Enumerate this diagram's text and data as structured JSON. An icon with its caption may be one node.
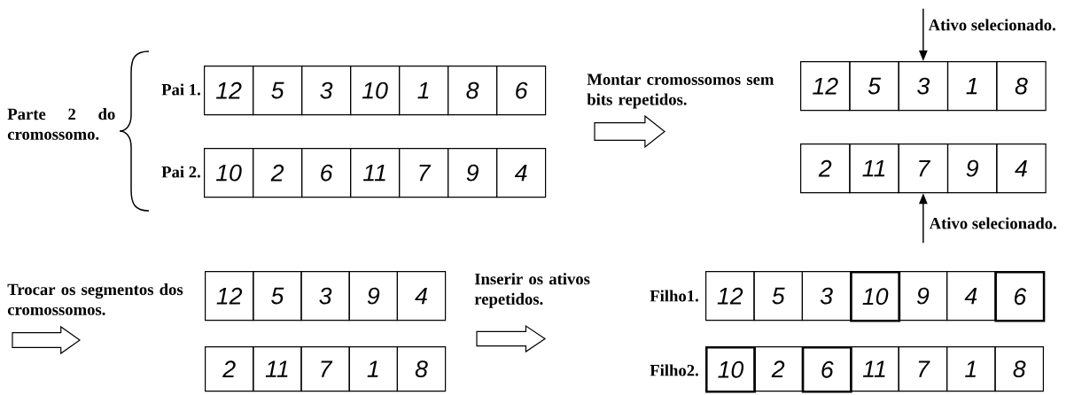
{
  "diagram": {
    "nodes": [
      {
        "text": [
          "12"
        ]
      },
      {
        "text": [
          "5"
        ]
      },
      {
        "text": [
          "3"
        ]
      },
      {
        "text": [
          "10"
        ]
      },
      {
        "text": [
          "1"
        ]
      },
      {
        "text": [
          "8"
        ]
      },
      {
        "text": [
          "6"
        ]
      },
      {
        "text": [
          "10"
        ]
      },
      {
        "text": [
          "2"
        ]
      },
      {
        "text": [
          "6"
        ]
      },
      {
        "text": [
          "11"
        ]
      },
      {
        "text": [
          "7"
        ]
      },
      {
        "text": [
          "9"
        ]
      },
      {
        "text": [
          "4"
        ]
      },
      {
        "text": [
          "Ativo selecionado."
        ]
      },
      {
        "text": [
          "12"
        ]
      },
      {
        "text": [
          "5"
        ]
      },
      {
        "text": [
          "3"
        ]
      },
      {
        "text": [
          "1"
        ]
      },
      {
        "text": [
          "8"
        ]
      },
      {
        "text": [
          "2"
        ]
      },
      {
        "text": [
          "11"
        ]
      },
      {
        "text": [
          "7"
        ]
      },
      {
        "text": [
          "9"
        ]
      },
      {
        "text": [
          "4"
        ]
      },
      {
        "text": [
          "Ativo selecionado."
        ]
      },
      {
        "text": [
          "12"
        ]
      },
      {
        "text": [
          "5"
        ]
      },
      {
        "text": [
          "3"
        ]
      },
      {
        "text": [
          "9"
        ]
      },
      {
        "text": [
          "4"
        ]
      },
      {
        "text": [
          "2"
        ]
      },
      {
        "text": [
          "11"
        ]
      },
      {
        "text": [
          "7"
        ]
      },
      {
        "text": [
          "1"
        ]
      },
      {
        "text": [
          "8"
        ]
      },
      {
        "text": [
          "12"
        ]
      },
      {
        "text": [
          "5"
        ]
      },
      {
        "text": [
          "3"
        ]
      },
      {
        "text": [
          "10"
        ]
      },
      {
        "text": [
          "9"
        ]
      },
      {
        "text": [
          "4"
        ]
      },
      {
        "text": [
          "6"
        ]
      },
      {
        "text": [
          "10"
        ]
      },
      {
        "text": [
          "2"
        ]
      },
      {
        "text": [
          "6"
        ]
      },
      {
        "text": [
          "11"
        ]
      },
      {
        "text": [
          "7"
        ]
      },
      {
        "text": [
          "1"
        ]
      },
      {
        "text": [
          "8"
        ]
      }
    ],
    "edges": [
      {
        "from": 14,
        "to": 17,
        "arrow": "to"
      },
      {
        "from": 25,
        "to": 22,
        "arrow": "to"
      }
    ],
    "labels": [
      "Parte 2 do cromossomo.",
      "Pai 1.",
      "Pai 2.",
      "Montar cromossomos sem bits repetidos.",
      "Trocar os segmentos dos cromossomos.",
      "Inserir os ativos repetidos.",
      "Filho1.",
      "Filho2."
    ]
  }
}
